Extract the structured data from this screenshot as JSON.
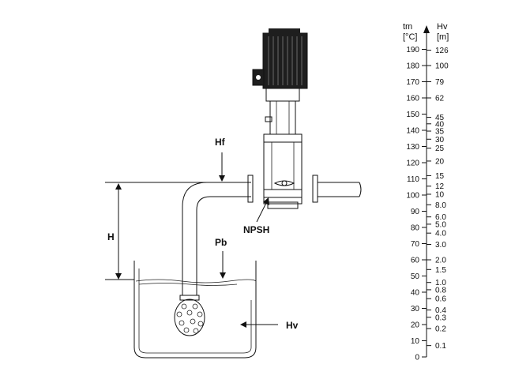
{
  "labels": {
    "hf": "Hf",
    "h": "H",
    "pb": "Pb",
    "npsh": "NPSH",
    "hv": "Hv"
  },
  "scale": {
    "left_head": [
      "tm",
      "[°C]"
    ],
    "right_head": [
      "Hv",
      "[m]"
    ],
    "tm_ticks": [
      0,
      10,
      20,
      30,
      40,
      50,
      60,
      70,
      80,
      90,
      100,
      110,
      120,
      130,
      140,
      150,
      160,
      170,
      180,
      190
    ],
    "hv_ticks": [
      {
        "label": "126",
        "tm": 189.5
      },
      {
        "label": "100",
        "tm": 180
      },
      {
        "label": "79",
        "tm": 170
      },
      {
        "label": "62",
        "tm": 160
      },
      {
        "label": "45",
        "tm": 148
      },
      {
        "label": "40",
        "tm": 144
      },
      {
        "label": "35",
        "tm": 139.5
      },
      {
        "label": "30",
        "tm": 134.5
      },
      {
        "label": "25",
        "tm": 129
      },
      {
        "label": "20",
        "tm": 121
      },
      {
        "label": "15",
        "tm": 112
      },
      {
        "label": "12",
        "tm": 105.5
      },
      {
        "label": "10",
        "tm": 100.5
      },
      {
        "label": "8.0",
        "tm": 94
      },
      {
        "label": "6.0",
        "tm": 86.5
      },
      {
        "label": "5.0",
        "tm": 82
      },
      {
        "label": "4.0",
        "tm": 76.5
      },
      {
        "label": "3.0",
        "tm": 69.5
      },
      {
        "label": "2.0",
        "tm": 60
      },
      {
        "label": "1.5",
        "tm": 54
      },
      {
        "label": "1.0",
        "tm": 46
      },
      {
        "label": "0.8",
        "tm": 41.5
      },
      {
        "label": "0.6",
        "tm": 36
      },
      {
        "label": "0.4",
        "tm": 29
      },
      {
        "label": "0.3",
        "tm": 24.5
      },
      {
        "label": "0.2",
        "tm": 17.5
      },
      {
        "label": "0.1",
        "tm": 7
      }
    ]
  }
}
